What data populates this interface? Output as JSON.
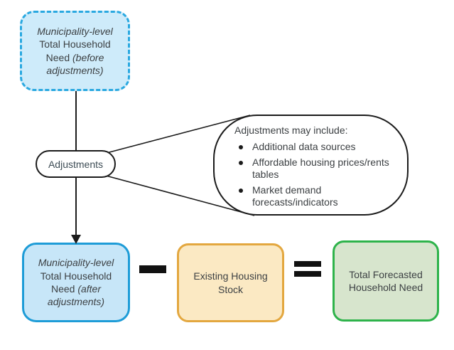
{
  "boxes": {
    "before": {
      "italic1": "Municipality-level",
      "regular": "Total Household Need",
      "italic2": "(before adjustments)"
    },
    "after": {
      "italic1": "Municipality-level",
      "regular": "Total Household Need",
      "italic2": "(after adjustments)"
    },
    "stock": {
      "label": "Existing Housing Stock"
    },
    "total": {
      "label": "Total Forecasted Household Need"
    }
  },
  "oval": {
    "label": "Adjustments"
  },
  "callout": {
    "title": "Adjustments may include:",
    "bullets": [
      "Additional data sources",
      "Affordable housing prices/rents tables",
      "Market demand forecasts/indicators"
    ]
  },
  "operators": {
    "minus": "−",
    "equals": "="
  },
  "colors": {
    "dashed_blue_border": "#29a8e0",
    "blue_box_fill_top": "#ceebfa",
    "solid_blue_border": "#1e9cd7",
    "blue_box_fill_bottom": "#c7e6f8",
    "yellow_border": "#e3a73f",
    "yellow_fill": "#fbe9c3",
    "green_border": "#2eb34b",
    "green_fill": "#d7e5cd",
    "line": "#1b1b1b",
    "text": "#3c4043"
  }
}
